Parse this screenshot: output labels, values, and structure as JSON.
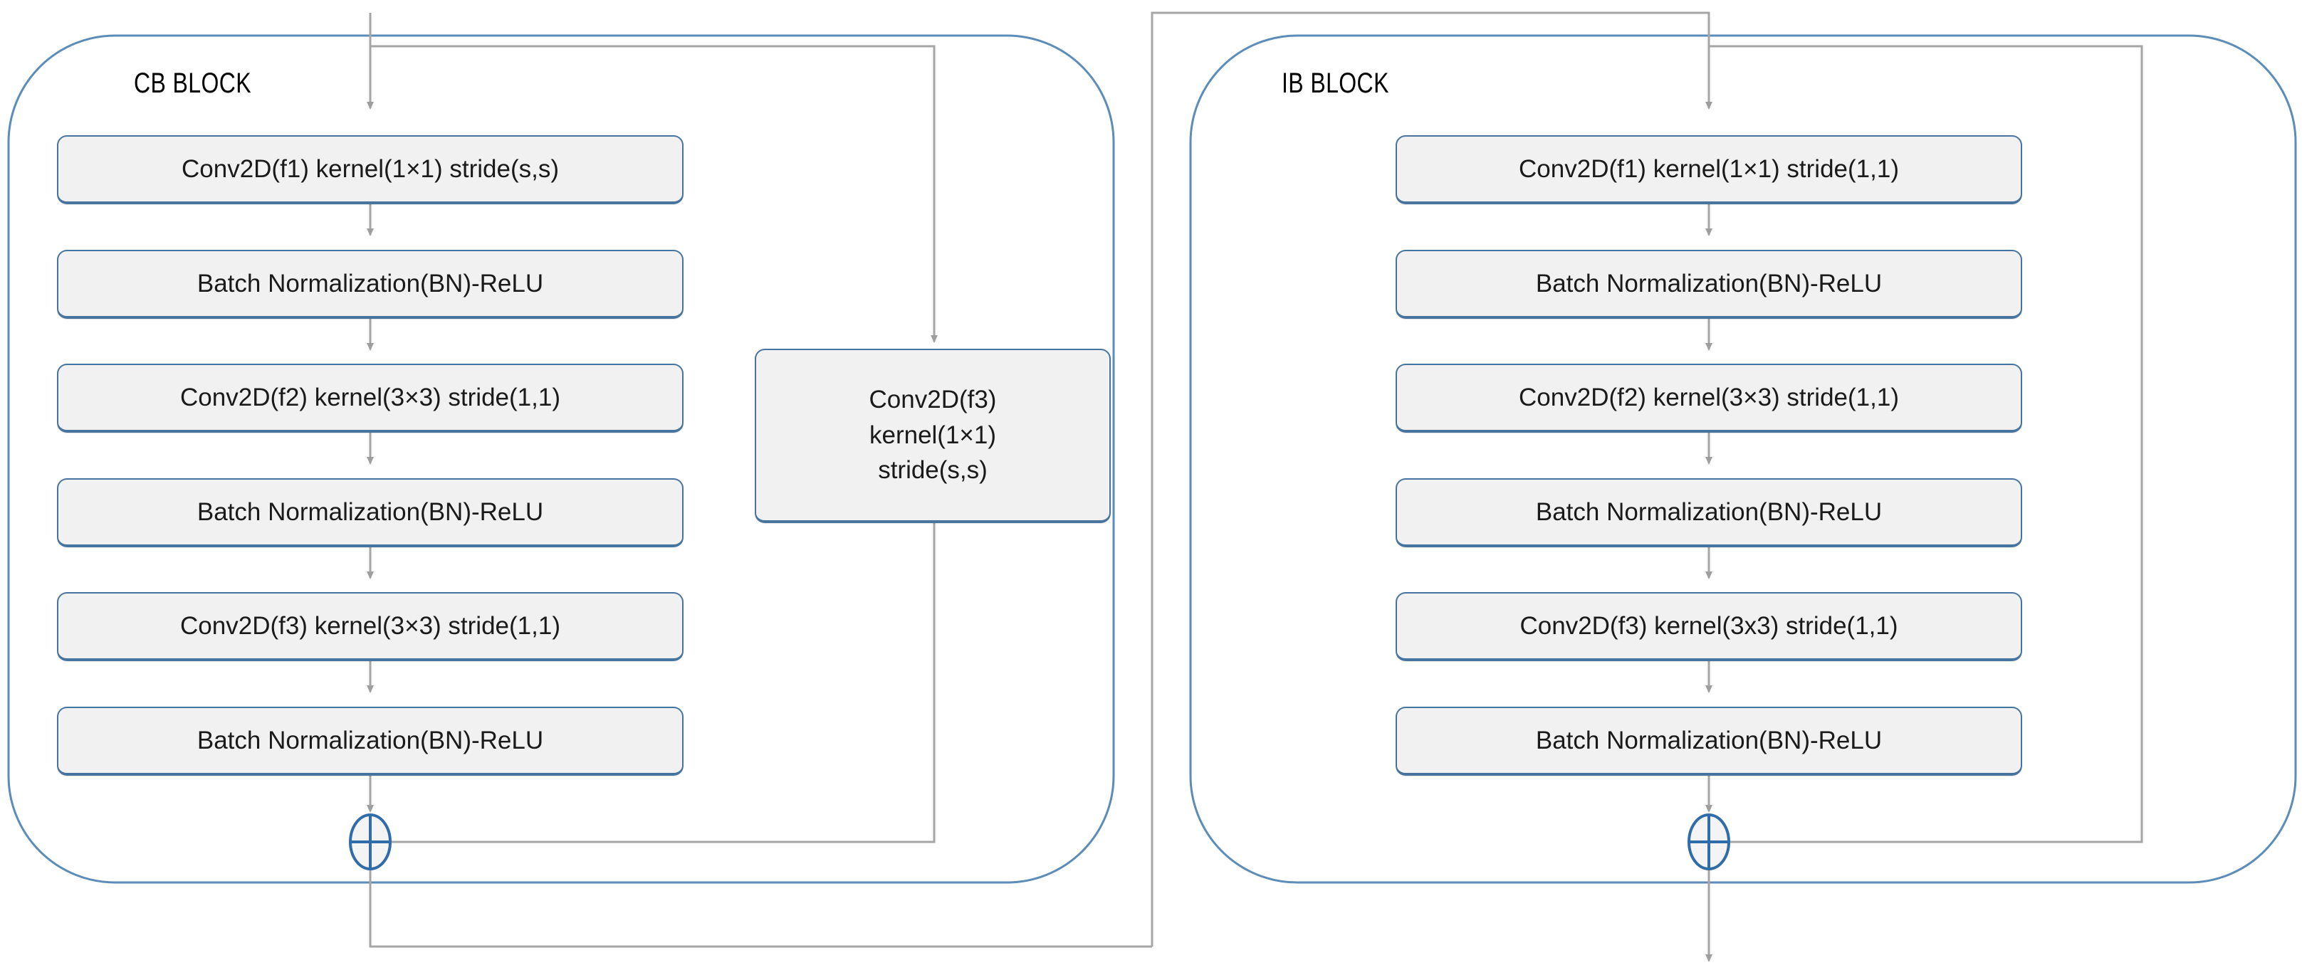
{
  "diagram": {
    "title": "ResNet CB BLOCK and IB BLOCK architecture diagram",
    "colors": {
      "node_border": "#46749e",
      "node_fill": "#f1f1f1",
      "group_border": "#5b8db8",
      "wire": "#a6a6a6",
      "plus_stroke": "#2f6ca8",
      "text": "#1a1a1a"
    }
  },
  "cb_block": {
    "label": "CB BLOCK",
    "nodes": [
      {
        "id": "cb-conv1",
        "text": "Conv2D(f1) kernel(1×1) stride(s,s)"
      },
      {
        "id": "cb-bn1",
        "text": "Batch Normalization(BN)-ReLU"
      },
      {
        "id": "cb-conv2",
        "text": "Conv2D(f2) kernel(3×3) stride(1,1)"
      },
      {
        "id": "cb-bn2",
        "text": "Batch Normalization(BN)-ReLU"
      },
      {
        "id": "cb-conv3",
        "text": "Conv2D(f3) kernel(3×3) stride(1,1)"
      },
      {
        "id": "cb-bn3",
        "text": "Batch Normalization(BN)-ReLU"
      }
    ],
    "shortcut_node": {
      "id": "cb-shortcut-conv",
      "lines": [
        "Conv2D(f3)",
        "kernel(1×1)",
        "stride(s,s)"
      ]
    },
    "add_node": {
      "id": "cb-add",
      "symbol": "plus"
    }
  },
  "ib_block": {
    "label": "IB BLOCK",
    "nodes": [
      {
        "id": "ib-conv1",
        "text": "Conv2D(f1) kernel(1×1) stride(1,1)"
      },
      {
        "id": "ib-bn1",
        "text": "Batch Normalization(BN)-ReLU"
      },
      {
        "id": "ib-conv2",
        "text": "Conv2D(f2) kernel(3×3) stride(1,1)"
      },
      {
        "id": "ib-bn2",
        "text": "Batch Normalization(BN)-ReLU"
      },
      {
        "id": "ib-conv3",
        "text": "Conv2D(f3) kernel(3x3) stride(1,1)"
      },
      {
        "id": "ib-bn3",
        "text": "Batch Normalization(BN)-ReLU"
      }
    ],
    "add_node": {
      "id": "ib-add",
      "symbol": "plus"
    }
  }
}
